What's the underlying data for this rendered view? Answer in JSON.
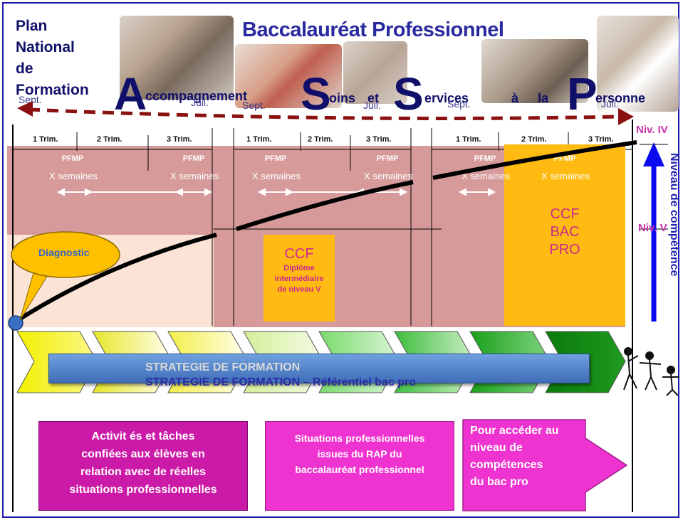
{
  "plan": {
    "line1": "Plan",
    "line2": "National",
    "line3": "de",
    "line4": "Formation"
  },
  "title": "Baccalauréat Professionnel",
  "acronym": {
    "a_letter": "A",
    "a_rest": "ccompagnement",
    "s1_letter": "S",
    "s1_rest": "oins",
    "et": "et",
    "s2_letter": "S",
    "s2_rest": "ervices",
    "a_la": "à la",
    "p_letter": "P",
    "p_rest": "ersonne"
  },
  "months": [
    "Sept.",
    "Juil.",
    "Sept.",
    "Juil.",
    "Sept.",
    "Juil."
  ],
  "trimesters": [
    "1 Trim.",
    "2 Trim.",
    "3 Trim.",
    "1 Trim.",
    "2 Trim.",
    "3 Trim.",
    "1 Trim.",
    "2 Trim.",
    "3 Trim."
  ],
  "pfmp_label": "PFMP",
  "semaines_label": "X semaines",
  "niv_iv": "Niv. IV",
  "niv_v": "Niv. V",
  "niveau_competence": "Niveau de compétence",
  "diagnostic": "Diagnostic",
  "ccf1": {
    "title": "CCF",
    "l1": "Diplôme",
    "l2": "intermédiaire",
    "l3": "de niveau V"
  },
  "ccf2": {
    "l1": "CCF",
    "l2": "BAC",
    "l3": "PRO"
  },
  "strategie": {
    "line1": "STRATEGIE DE FORMATION",
    "line2": "STRATEGIE DE FORMATION – Référentiel bac pro"
  },
  "box1": {
    "l1": "Activit és et  tâches",
    "l2": "confiées aux élèves en",
    "l3": "relation avec de réelles",
    "l4": "situations professionnelles"
  },
  "box2": {
    "l1": "Situations professionnelles",
    "l2": "issues du RAP du",
    "l3": "baccalauréat professionnel"
  },
  "box3": {
    "l1": "Pour accéder au",
    "l2": "niveau de",
    "l3": "compétences",
    "l4": "du bac pro"
  },
  "colors": {
    "band_top": "#d79a9a",
    "band_low": "#fbe3d6",
    "ccf": "#ffbb11",
    "magenta_box": "#cc1aa8",
    "pink_box": "#ee33d0",
    "arrow_blue": "#0a0aee",
    "dashed_arrow": "#8b1010",
    "strategie_bar": "#4a78c0"
  }
}
